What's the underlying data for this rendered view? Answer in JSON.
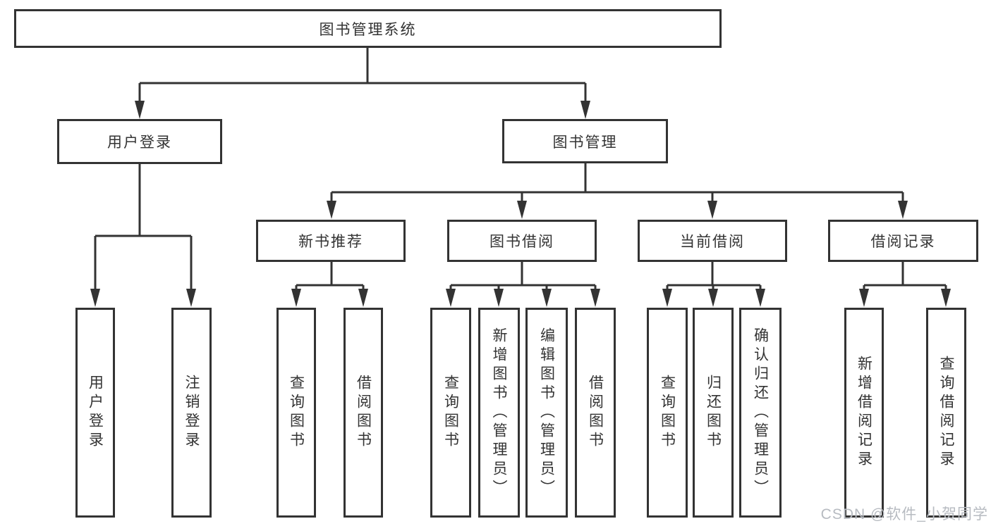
{
  "colors": {
    "line": "#333333",
    "box_background": "#ffffff",
    "text": "#333333",
    "watermark_text": "#b7bbc1"
  },
  "tree": {
    "root": "图书管理系统",
    "branches": [
      {
        "label": "用户登录",
        "children": [
          "用户登录",
          "注销登录"
        ]
      },
      {
        "label": "图书管理",
        "children": [
          {
            "label": "新书推荐",
            "children": [
              "查询图书",
              "借阅图书"
            ]
          },
          {
            "label": "图书借阅",
            "children": [
              "查询图书",
              "新增图书（管理员）",
              "编辑图书（管理员）",
              "借阅图书"
            ]
          },
          {
            "label": "当前借阅",
            "children": [
              "查询图书",
              "归还图书",
              "确认归还（管理员）"
            ]
          },
          {
            "label": "借阅记录",
            "children": [
              "新增借阅记录",
              "查询借阅记录"
            ]
          }
        ]
      }
    ]
  },
  "watermark": {
    "text": "CSDN @软件_小贺同学"
  }
}
